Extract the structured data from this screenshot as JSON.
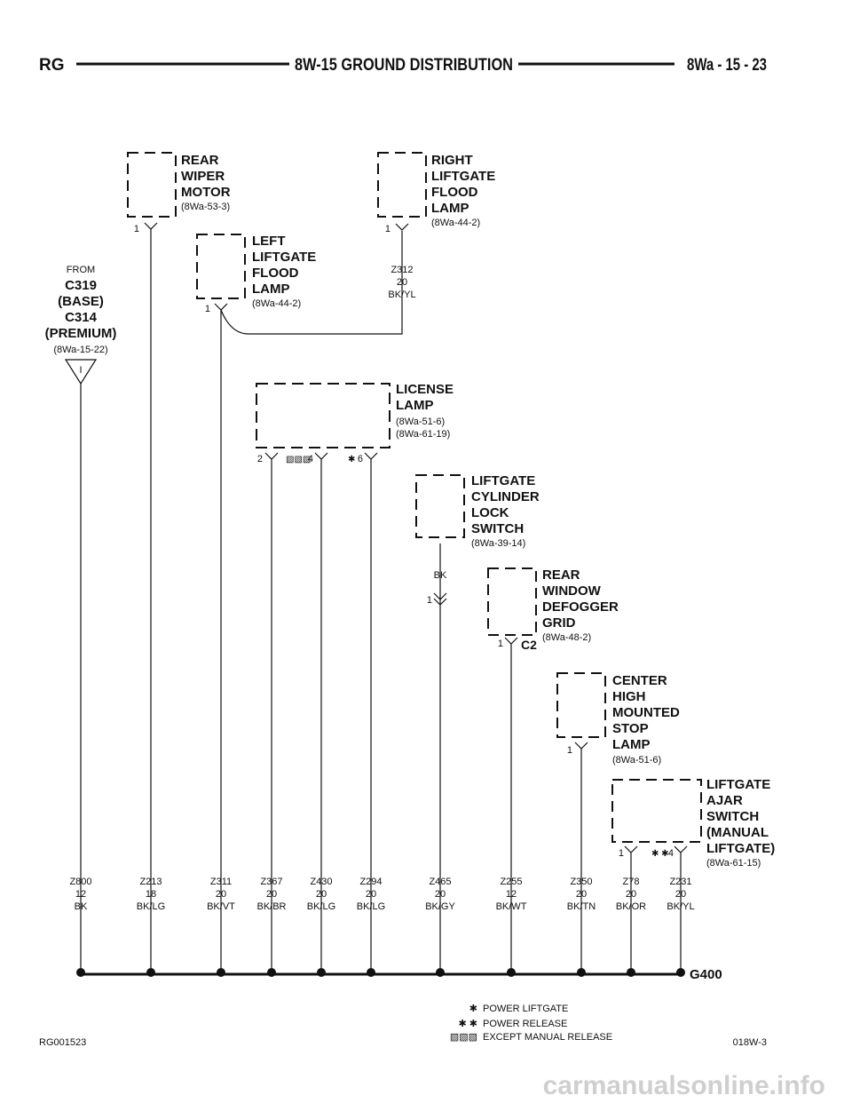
{
  "header": {
    "left": "RG",
    "title": "8W-15 GROUND DISTRIBUTION",
    "page": "8Wa - 15 - 23"
  },
  "footer": {
    "doc_id": "RG001523",
    "fig_id": "018W-3",
    "watermark": "carmanualsonline.info"
  },
  "source": {
    "from": "FROM",
    "lines": [
      "C319",
      "(BASE)",
      "C314",
      "(PREMIUM)"
    ],
    "ref": "(8Wa-15-22)",
    "pin": "I"
  },
  "components": [
    {
      "id": "rear-wiper-motor",
      "name": [
        "REAR",
        "WIPER",
        "MOTOR"
      ],
      "refs": [
        "(8Wa-53-3)"
      ],
      "pins": [
        "1"
      ]
    },
    {
      "id": "left-liftgate-flood-lamp",
      "name": [
        "LEFT",
        "LIFTGATE",
        "FLOOD",
        "LAMP"
      ],
      "refs": [
        "(8Wa-44-2)"
      ],
      "pins": [
        "1"
      ]
    },
    {
      "id": "right-liftgate-flood-lamp",
      "name": [
        "RIGHT",
        "LIFTGATE",
        "FLOOD",
        "LAMP"
      ],
      "refs": [
        "(8Wa-44-2)"
      ],
      "pins": [
        "1"
      ]
    },
    {
      "id": "license-lamp",
      "name": [
        "LICENSE",
        "LAMP"
      ],
      "refs": [
        "(8Wa-51-6)",
        "(8Wa-61-19)"
      ],
      "pins": [
        "2",
        "4",
        "6"
      ]
    },
    {
      "id": "liftgate-cylinder-lock-switch",
      "name": [
        "LIFTGATE",
        "CYLINDER",
        "LOCK",
        "SWITCH"
      ],
      "refs": [
        "(8Wa-39-14)"
      ],
      "pins": [
        "1"
      ],
      "wire_color": "BK"
    },
    {
      "id": "rear-window-defogger-grid",
      "name": [
        "REAR",
        "WINDOW",
        "DEFOGGER",
        "GRID"
      ],
      "refs": [
        "(8Wa-48-2)"
      ],
      "pins": [
        "1"
      ],
      "connector": "C2"
    },
    {
      "id": "center-high-mounted-stop-lamp",
      "name": [
        "CENTER",
        "HIGH",
        "MOUNTED",
        "STOP",
        "LAMP"
      ],
      "refs": [
        "(8Wa-51-6)"
      ],
      "pins": [
        "1"
      ]
    },
    {
      "id": "liftgate-ajar-switch",
      "name": [
        "LIFTGATE",
        "AJAR",
        "SWITCH",
        "(MANUAL",
        "LIFTGATE)"
      ],
      "refs": [
        "(8Wa-61-15)"
      ],
      "pins": [
        "1",
        "4"
      ]
    }
  ],
  "splice_wire": {
    "circuit": "Z312",
    "gauge": "20",
    "color": "BK/YL"
  },
  "wires": [
    {
      "circuit": "Z800",
      "gauge": "12",
      "color": "BK"
    },
    {
      "circuit": "Z213",
      "gauge": "18",
      "color": "BK/LG"
    },
    {
      "circuit": "Z311",
      "gauge": "20",
      "color": "BK/VT"
    },
    {
      "circuit": "Z367",
      "gauge": "20",
      "color": "BK/BR"
    },
    {
      "circuit": "Z430",
      "gauge": "20",
      "color": "BK/LG"
    },
    {
      "circuit": "Z294",
      "gauge": "20",
      "color": "BK/LG"
    },
    {
      "circuit": "Z465",
      "gauge": "20",
      "color": "BK/GY"
    },
    {
      "circuit": "Z255",
      "gauge": "12",
      "color": "BK/WT"
    },
    {
      "circuit": "Z350",
      "gauge": "20",
      "color": "BK/TN"
    },
    {
      "circuit": "Z78",
      "gauge": "20",
      "color": "BK/OR"
    },
    {
      "circuit": "Z231",
      "gauge": "20",
      "color": "BK/YL"
    }
  ],
  "ground": "G400",
  "legend": [
    {
      "symbol": "✱",
      "text": "POWER LIFTGATE"
    },
    {
      "symbol": "✱ ✱",
      "text": "POWER RELEASE"
    },
    {
      "symbol": "▧▧▧",
      "text": "EXCEPT MANUAL RELEASE"
    }
  ]
}
